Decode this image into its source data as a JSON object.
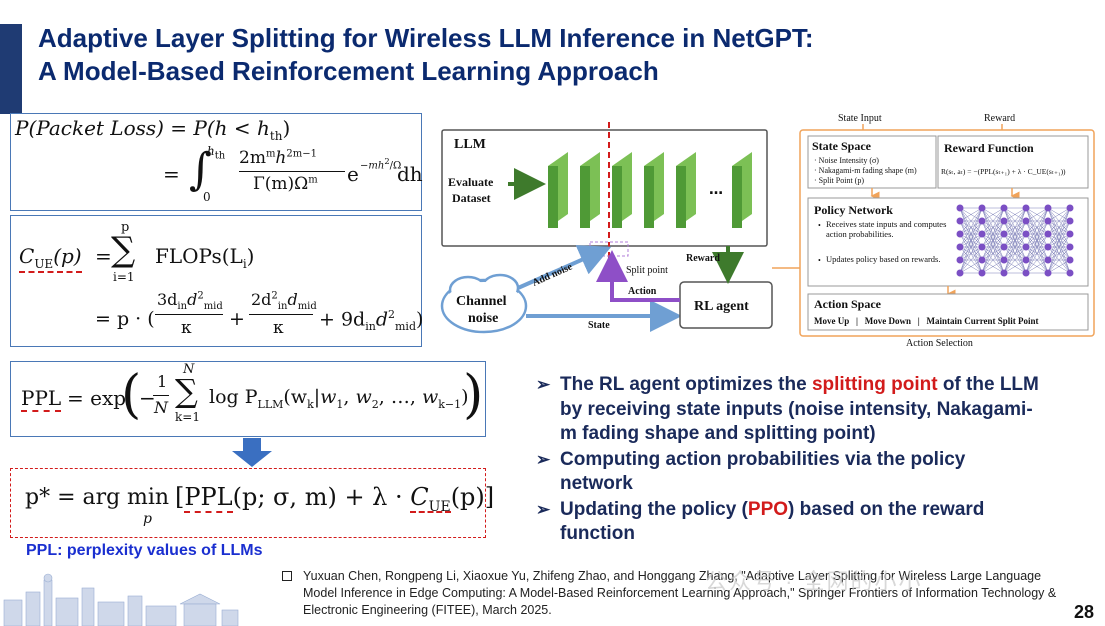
{
  "title": {
    "line1": "Adaptive Layer Splitting for Wireless LLM Inference in NetGPT:",
    "line2": "A Model-Based Reinforcement Learning Approach"
  },
  "colors": {
    "title": "#0b2a6f",
    "accent_red": "#d21b1b",
    "box_border": "#4a78b6",
    "green_layer": "#5fa844",
    "purple": "#8e4fc7"
  },
  "formulas": {
    "packet_loss_l1": "P(Packet Loss) = P(h < h",
    "packet_loss_l1_sub": "th",
    "packet_loss_l2_eq": "=",
    "packet_loss_int_upper": "h",
    "packet_loss_int_upper_sub": "th",
    "packet_loss_int_lower": "0",
    "packet_loss_num": "2m",
    "packet_loss_den": "Γ(m)Ω",
    "packet_loss_exp": "e",
    "packet_loss_dh": "dh",
    "cue_lhs": "C",
    "cue_lhs_sub": "UE",
    "cue_lhs_arg": "(p)",
    "cue_sum_top": "p",
    "cue_sum_bottom": "i=1",
    "cue_term": "FLOPs(L",
    "cue_term_sub": "i",
    "cue_l2_prefix": "= p · (",
    "cue_frac1_num": "3d",
    "cue_frac_den": "κ",
    "cue_frac2_num": "2d",
    "cue_tail": "+ 9d",
    "ppl_lhs": "PPL",
    "ppl_eq": "= exp",
    "ppl_frac_num": "1",
    "ppl_frac_den": "N",
    "ppl_sum_top": "N",
    "ppl_sum_bottom": "k=1",
    "ppl_term": "log P",
    "ppl_term_sub": "LLM",
    "ppl_args": "(w",
    "opt_lhs": "p* = arg",
    "opt_min": "min",
    "opt_min_sub": "p",
    "opt_ppl": "PPL",
    "opt_mid": "(p; σ, m) + λ · ",
    "opt_cue": "C",
    "opt_cue_sub": "UE",
    "opt_tail": "(p)]",
    "opt_open": "["
  },
  "diagram": {
    "state_input": "State Input",
    "reward_top": "Reward",
    "llm": "LLM",
    "evaluate_dataset_1": "Evaluate",
    "evaluate_dataset_2": "Dataset",
    "ellipsis": "…",
    "split_point": "Split point",
    "add_noise": "Add noise",
    "channel_noise_1": "Channel",
    "channel_noise_2": "noise",
    "reward_label": "Reward",
    "action_label": "Action",
    "state_label": "State",
    "rl_agent": "RL agent",
    "state_space_title": "State Space",
    "state_space_items": [
      "· Noise Intensity (σ)",
      "· Nakagami-m fading shape (m)",
      "· Split Point (p)"
    ],
    "reward_fn_title": "Reward Function",
    "reward_fn_formula": "R(sₜ, aₜ) = −(PPL(sₜ₊₁) + λ · C_UE(sₜ₊₁))",
    "policy_title": "Policy Network",
    "policy_items": [
      "Receives state inputs and computes action probabilities.",
      "Updates policy based on rewards."
    ],
    "action_space_title": "Action Space",
    "action_space_items": "Move Up   |   Move Down   |   Maintain Current Split Point",
    "action_selection": "Action Selection"
  },
  "bullets": [
    {
      "pre": "The RL agent optimizes the ",
      "hl": "splitting point",
      "post": " of the LLM by receiving state inputs (noise intensity, Nakagami-m fading shape and splitting point)"
    },
    {
      "pre": "Computing action probabilities via the policy network",
      "hl": "",
      "post": ""
    },
    {
      "pre": "Updating the policy (",
      "hl": "PPO",
      "post": ") based on the reward function"
    }
  ],
  "ppl_note": "PPL: perplexity values of LLMs",
  "reference": "Yuxuan Chen, Rongpeng Li, Xiaoxue Yu, Zhifeng Zhao, and Honggang Zhang, \"Adaptive Layer Splitting for Wireless Large Language Model Inference in Edge Computing: A Model-Based Reinforcement Learning Approach,\" Springer Frontiers of Information Technology & Electronic Engineering (FITEE), March 2025.",
  "watermark": "公众号 · 全网的小小",
  "page_number": "28"
}
